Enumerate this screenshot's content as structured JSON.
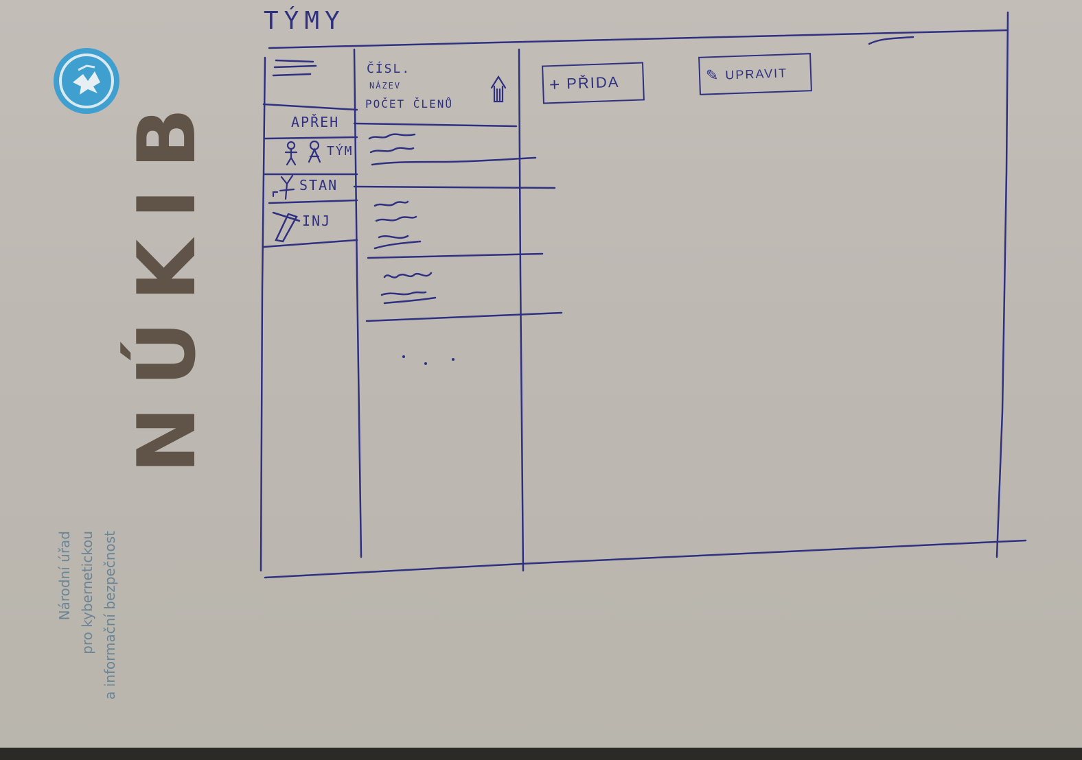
{
  "page": {
    "title": "TÝMY"
  },
  "letterhead": {
    "brand": "NÚKIB",
    "org_lines": [
      "Národní úřad",
      "pro kybernetickou",
      "a informační bezpečnost"
    ],
    "logo_color": "#3f9fcf"
  },
  "sidebar": {
    "menu_icon": "hamburger-icon",
    "items": [
      {
        "label": "APŘEH",
        "icon": "pencil-icon"
      },
      {
        "label": "TÝM",
        "icon": "people-icon"
      },
      {
        "label": "STAN",
        "icon": "person-icon"
      },
      {
        "label": "INJ",
        "icon": "syringe-icon"
      }
    ]
  },
  "list": {
    "header": [
      "ČÍSL.",
      "NÁZEV",
      "POČET ČLENŮ"
    ],
    "scroll_icon": "arrow-up-icon",
    "more": ". . ."
  },
  "toolbar": {
    "add_label": "PŘIDA",
    "add_icon": "plus-icon",
    "edit_label": "UPRAVIT",
    "edit_icon": "pencil-icon"
  },
  "colors": {
    "ink": "#2f3180",
    "paper": "#c0bbb5",
    "brand_text": "#5f5447",
    "org_text": "#6b8595"
  }
}
